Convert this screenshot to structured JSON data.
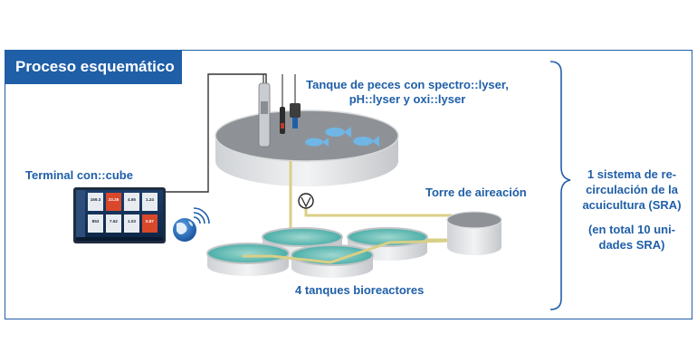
{
  "header": {
    "title": "Proceso esquemático"
  },
  "labels": {
    "fish_tank_line1": "Tanque de peces con spectro::lyser,",
    "fish_tank_line2": "pH::lyser y oxi::lyser",
    "terminal": "Terminal con::cube",
    "aeration_tower": "Torre de aireación",
    "bioreactors": "4 tanques bioreactores"
  },
  "side_note": {
    "line1": "1 sistema de re-",
    "line2": "circulación de la",
    "line3": "acuicultura (SRA)",
    "line4": "(en total 10 uni-",
    "line5": "dades SRA)"
  },
  "terminal_tiles": [
    "169.3",
    "23.35",
    "4.65",
    "1.24",
    "853",
    "7.62",
    "1.03",
    "0.87"
  ],
  "colors": {
    "brand_blue": "#1f5fa8",
    "pipe": "#d9cf86",
    "water": "#3aa7a1",
    "fish": "#6fb6e6",
    "alert_tile": "#d9482b"
  }
}
